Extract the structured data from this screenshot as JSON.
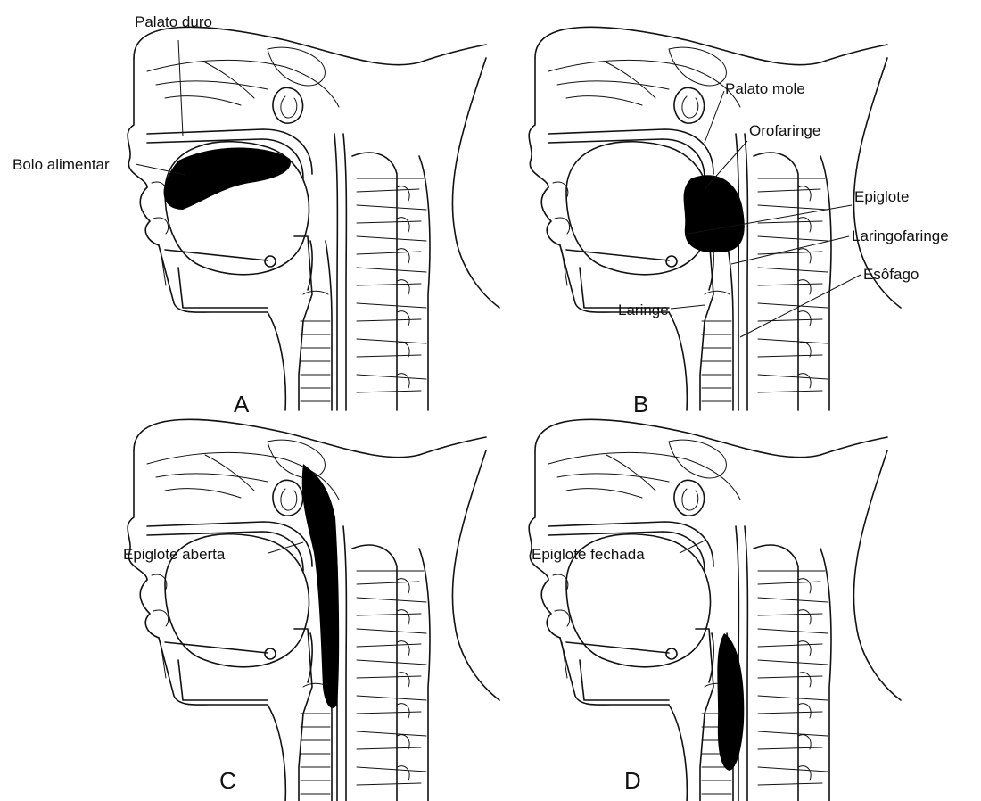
{
  "figure": {
    "labels": {
      "palato_duro": "Palato duro",
      "bolo_alimentar": "Bolo alimentar",
      "palato_mole": "Palato mole",
      "orofaringe": "Orofaringe",
      "epiglote": "Epiglote",
      "laringofaringe": "Laringofaringe",
      "esofago": "Esôfago",
      "laringe": "Laringe",
      "epiglote_aberta": "Epiglote aberta",
      "epiglote_fechada": "Epiglote fechada"
    },
    "panels": [
      {
        "letter": "A"
      },
      {
        "letter": "B"
      },
      {
        "letter": "C"
      },
      {
        "letter": "D"
      }
    ],
    "colors": {
      "ink": "#111111",
      "bolus": "#000000",
      "background": "#ffffff"
    }
  }
}
